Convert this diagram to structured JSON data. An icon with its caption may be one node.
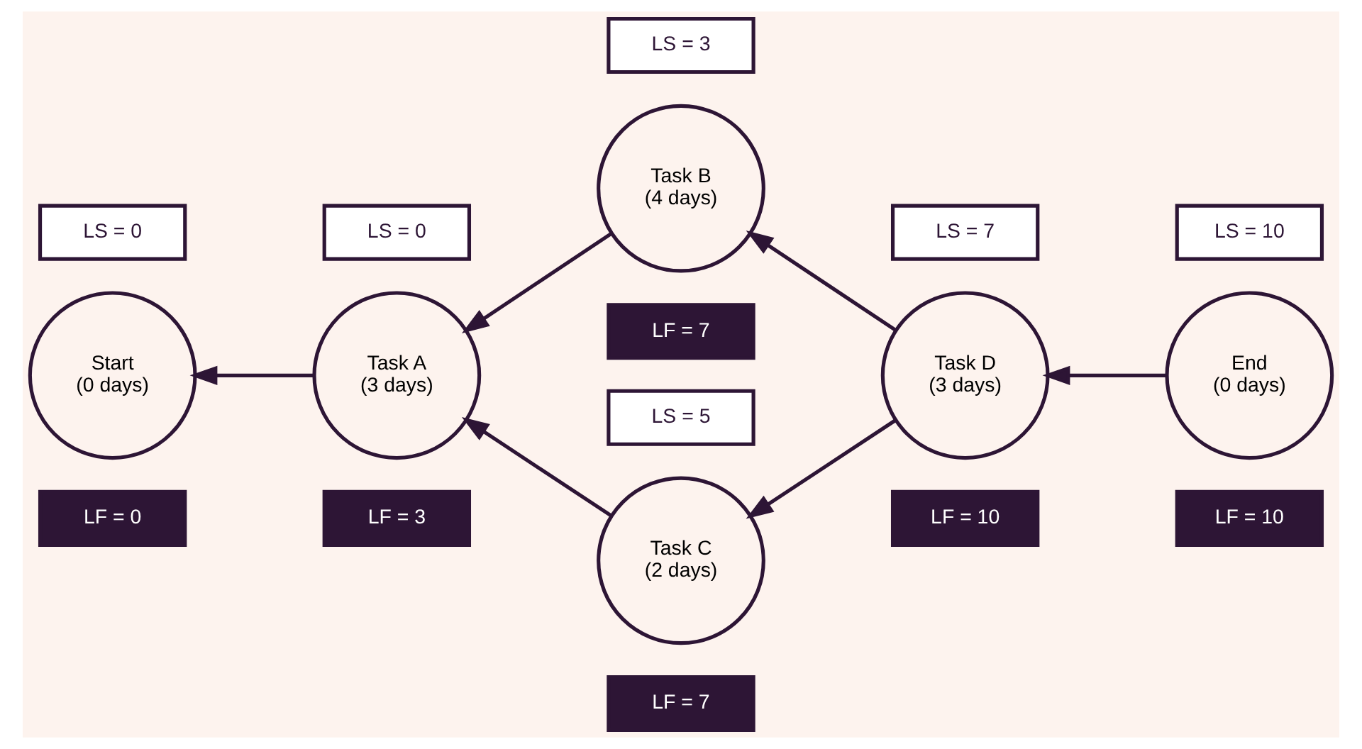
{
  "diagram": {
    "nodes": [
      {
        "text": [
          "LS = 0"
        ]
      },
      {
        "text": [
          "Start",
          "(0 days)"
        ]
      },
      {
        "text": [
          "LF = 0"
        ]
      },
      {
        "text": [
          "LS = 0"
        ]
      },
      {
        "text": [
          "Task A",
          "(3 days)"
        ]
      },
      {
        "text": [
          "LF = 3"
        ]
      },
      {
        "text": [
          "LS = 3"
        ]
      },
      {
        "text": [
          "Task B",
          "(4 days)"
        ]
      },
      {
        "text": [
          "LF = 7"
        ]
      },
      {
        "text": [
          "LS = 5"
        ]
      },
      {
        "text": [
          "Task C",
          "(2 days)"
        ]
      },
      {
        "text": [
          "LF = 7"
        ]
      },
      {
        "text": [
          "LS = 7"
        ]
      },
      {
        "text": [
          "Task D",
          "(3 days)"
        ]
      },
      {
        "text": [
          "LF = 10"
        ]
      },
      {
        "text": [
          "LS = 10"
        ]
      },
      {
        "text": [
          "End",
          "(0 days)"
        ]
      },
      {
        "text": [
          "LF = 10"
        ]
      }
    ],
    "edges": [
      {
        "from": 16,
        "to": 13,
        "arrow": "to"
      },
      {
        "from": 13,
        "to": 7,
        "arrow": "to"
      },
      {
        "from": 13,
        "to": 10,
        "arrow": "to"
      },
      {
        "from": 7,
        "to": 4,
        "arrow": "to"
      },
      {
        "from": 10,
        "to": 4,
        "arrow": "to"
      },
      {
        "from": 4,
        "to": 1,
        "arrow": "to"
      }
    ]
  }
}
